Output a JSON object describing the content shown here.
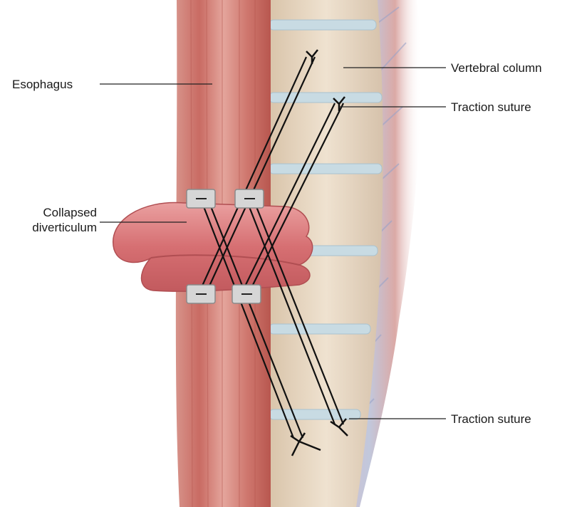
{
  "labels": {
    "esophagus": "Esophagus",
    "collapsed_line1": "Collapsed",
    "collapsed_line2": "diverticulum",
    "vertebral_column": "Vertebral column",
    "traction_suture_top": "Traction suture",
    "traction_suture_bottom": "Traction suture"
  },
  "colors": {
    "esophagus": "#d98f86",
    "esophagus_dark": "#c2675e",
    "vertebra": "#e6d5c0",
    "disc": "#c9dbe4",
    "diverticulum": "#d9787a",
    "pledget": "#d8d8d8",
    "suture": "#111111"
  }
}
